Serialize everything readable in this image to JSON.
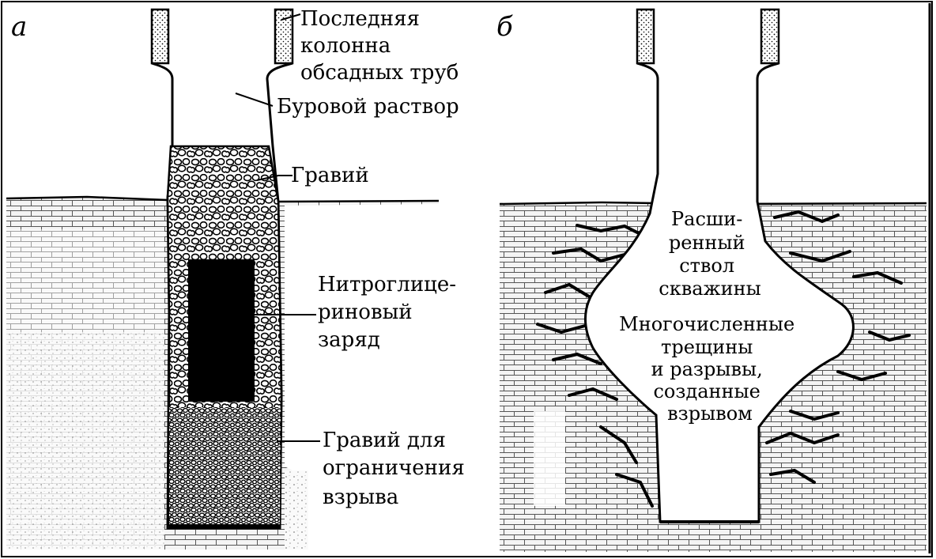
{
  "panels": {
    "a": {
      "letter": "а",
      "labels": {
        "casing": [
          "Последняя",
          "колонна",
          "обсадных труб"
        ],
        "mud": "Буровой раствор",
        "gravel": "Гравий",
        "charge": [
          "Нитроглице-",
          "риновый",
          "заряд"
        ],
        "gravel_limit": [
          "Гравий для",
          "ограничения",
          "взрыва"
        ]
      }
    },
    "b": {
      "letter": "б",
      "labels": {
        "enlarged": [
          "Расши-",
          "ренный",
          "ствол",
          "скважины"
        ],
        "cracks": [
          "Многочисленные",
          "трещины",
          "и разрывы,",
          "созданные",
          "взрывом"
        ]
      }
    }
  }
}
